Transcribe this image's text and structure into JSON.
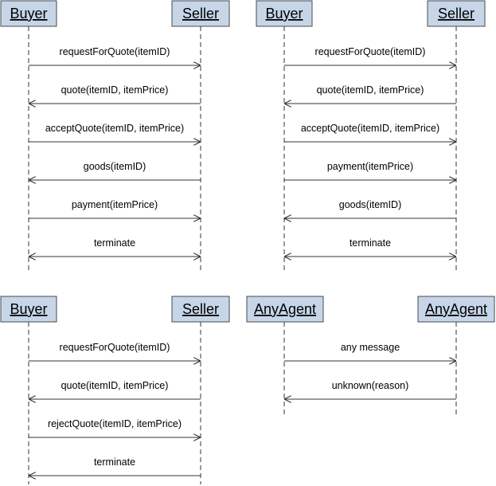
{
  "colors": {
    "box_fill": "#c6d6e8",
    "box_stroke": "#4a4a4a",
    "line": "#333333",
    "text": "#000000"
  },
  "diagrams": [
    {
      "left": "Buyer",
      "right": "Seller",
      "messages": [
        {
          "label": "requestForQuote(itemID)",
          "dir": "right"
        },
        {
          "label": "quote(itemID, itemPrice)",
          "dir": "left"
        },
        {
          "label": "acceptQuote(itemID, itemPrice)",
          "dir": "right"
        },
        {
          "label": "goods(itemID)",
          "dir": "left"
        },
        {
          "label": "payment(itemPrice)",
          "dir": "right"
        },
        {
          "label": "terminate",
          "dir": "both"
        }
      ]
    },
    {
      "left": "Buyer",
      "right": "Seller",
      "messages": [
        {
          "label": "requestForQuote(itemID)",
          "dir": "right"
        },
        {
          "label": "quote(itemID, itemPrice)",
          "dir": "left"
        },
        {
          "label": "acceptQuote(itemID, itemPrice)",
          "dir": "right"
        },
        {
          "label": "payment(itemPrice)",
          "dir": "right"
        },
        {
          "label": "goods(itemID)",
          "dir": "left"
        },
        {
          "label": "terminate",
          "dir": "both"
        }
      ]
    },
    {
      "left": "Buyer",
      "right": "Seller",
      "messages": [
        {
          "label": "requestForQuote(itemID)",
          "dir": "right"
        },
        {
          "label": "quote(itemID, itemPrice)",
          "dir": "left"
        },
        {
          "label": "rejectQuote(itemID, itemPrice)",
          "dir": "right"
        },
        {
          "label": "terminate",
          "dir": "left"
        }
      ]
    },
    {
      "left": "AnyAgent",
      "right": "AnyAgent",
      "messages": [
        {
          "label": "any message",
          "dir": "right"
        },
        {
          "label": "unknown(reason)",
          "dir": "left"
        }
      ]
    }
  ]
}
